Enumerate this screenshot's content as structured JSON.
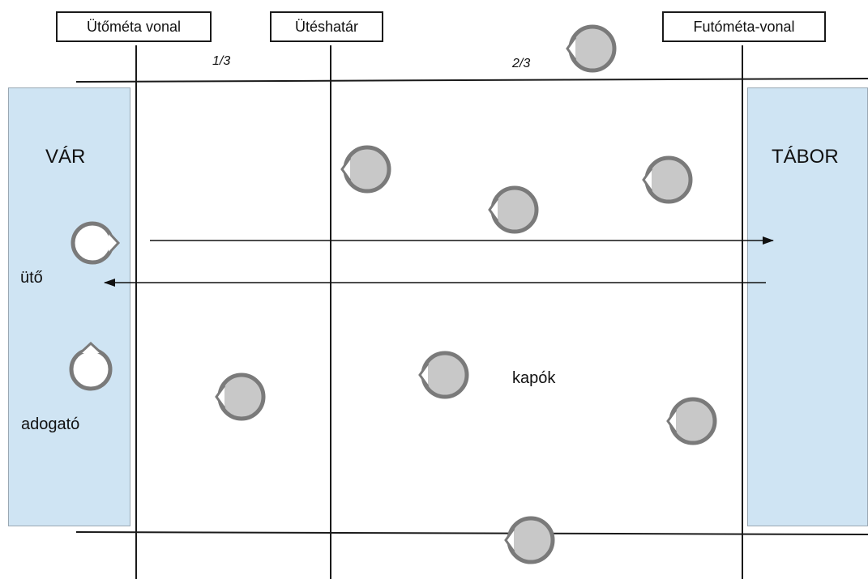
{
  "labels": {
    "batting_line": "Ütőméta vonal",
    "hit_boundary": "Ütéshatár",
    "running_line": "Futóméta-vonal",
    "third_1": "1/3",
    "third_2": "2/3",
    "castle": "VÁR",
    "camp": "TÁBOR",
    "batter": "ütő",
    "pitcher": "adogató",
    "fielders": "kapók"
  },
  "colors": {
    "zone_fill": "#cfe4f3",
    "fielder_fill": "#c8c8c8",
    "fielder_stroke": "#7a7a7a",
    "team_fill": "#ffffff",
    "line": "#1a1a1a"
  }
}
